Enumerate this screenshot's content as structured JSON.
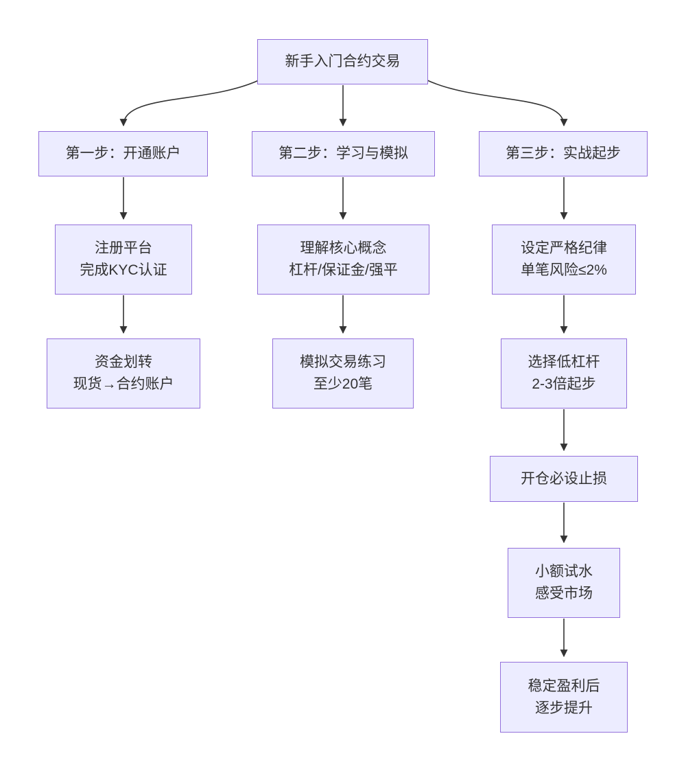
{
  "diagram": {
    "type": "flowchart",
    "direction": "top-down"
  },
  "colors": {
    "node_fill": "#ECECFF",
    "node_border": "#9370DB",
    "edge_color": "#333333",
    "text_color": "#333333",
    "bg_color": "#FFFFFF"
  },
  "nodes": [
    {
      "id": "root",
      "lines": [
        "新手入门合约交易"
      ]
    },
    {
      "id": "step1",
      "lines": [
        "第一步：开通账户"
      ]
    },
    {
      "id": "step2",
      "lines": [
        "第二步：学习与模拟"
      ]
    },
    {
      "id": "step3",
      "lines": [
        "第三步：实战起步"
      ]
    },
    {
      "id": "register-kyc",
      "lines": [
        "注册平台",
        "完成KYC认证"
      ]
    },
    {
      "id": "core-concepts",
      "lines": [
        "理解核心概念",
        "杠杆/保证金/强平"
      ]
    },
    {
      "id": "risk-discipline",
      "lines": [
        "设定严格纪律",
        "单笔风险≤2%"
      ]
    },
    {
      "id": "fund-transfer",
      "lines": [
        "资金划转",
        "现货→合约账户"
      ]
    },
    {
      "id": "demo-trading",
      "lines": [
        "模拟交易练习",
        "至少20笔"
      ]
    },
    {
      "id": "low-leverage",
      "lines": [
        "选择低杠杆",
        "2-3倍起步"
      ]
    },
    {
      "id": "stop-loss",
      "lines": [
        "开仓必设止损"
      ]
    },
    {
      "id": "small-test",
      "lines": [
        "小额试水",
        "感受市场"
      ]
    },
    {
      "id": "scale-up",
      "lines": [
        "稳定盈利后",
        "逐步提升"
      ]
    }
  ],
  "edges": [
    {
      "from": "root",
      "to": "step1"
    },
    {
      "from": "root",
      "to": "step2"
    },
    {
      "from": "root",
      "to": "step3"
    },
    {
      "from": "step1",
      "to": "register-kyc"
    },
    {
      "from": "register-kyc",
      "to": "fund-transfer"
    },
    {
      "from": "step2",
      "to": "core-concepts"
    },
    {
      "from": "core-concepts",
      "to": "demo-trading"
    },
    {
      "from": "step3",
      "to": "risk-discipline"
    },
    {
      "from": "risk-discipline",
      "to": "low-leverage"
    },
    {
      "from": "low-leverage",
      "to": "stop-loss"
    },
    {
      "from": "stop-loss",
      "to": "small-test"
    },
    {
      "from": "small-test",
      "to": "scale-up"
    }
  ]
}
